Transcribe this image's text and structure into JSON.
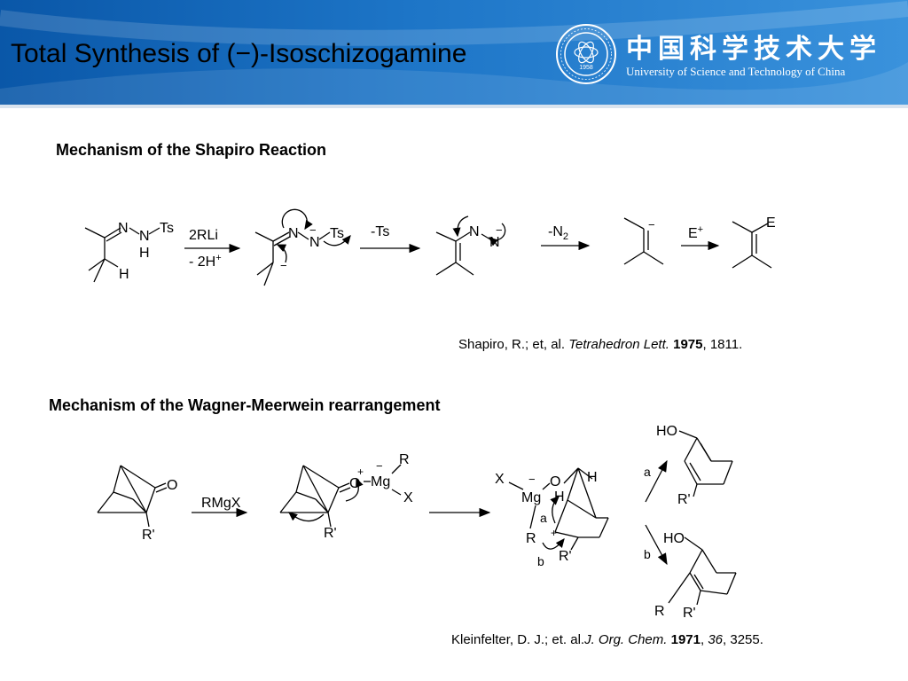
{
  "slide": {
    "title": "Total Synthesis of (−)-Isoschizogamine"
  },
  "logo": {
    "chinese_name": "中国科学技术大学",
    "english_name": "University of Science and Technology of China",
    "seal_year": "1958",
    "seal-icon": "university-seal-icon"
  },
  "shapiro": {
    "heading": "Mechanism of the Shapiro Reaction",
    "atoms": {
      "n1": "N",
      "n2": "N",
      "h_nh": "H",
      "ts1": "Ts",
      "h_ch": "H",
      "n3": "N",
      "n4": "N",
      "ts2": "Ts",
      "minus_n": "−",
      "minus_c": "−",
      "n5": "N",
      "n6": "N",
      "minus_n6": "−",
      "minus_vinyl": "−",
      "e": "E"
    },
    "reagents": {
      "step1_top": "2RLi",
      "step1_bottom": "- 2H",
      "step1_bottom_sup": "+",
      "step2": "-Ts",
      "step3": "-N",
      "step3_sub": "2",
      "step4": "E",
      "step4_sup": "+"
    },
    "reference": {
      "authors": "Shapiro, R.; et, al. ",
      "journal": "Tetrahedron Lett.",
      "year": "1975",
      "pages": ", 1811."
    }
  },
  "wagner": {
    "heading": "Mechanism of the Wagner-Meerwein rearrangement",
    "atoms": {
      "o1": "O",
      "r1": "R'",
      "o2": "O",
      "plus_o": "+",
      "mg1": "Mg",
      "minus_mg": "−",
      "r_mg": "R",
      "x_mg": "X",
      "r2": "R'",
      "x3": "X",
      "minus3": "−",
      "o3": "O",
      "mg3": "Mg",
      "h3a": "H",
      "h3b": "H",
      "a3": "a",
      "r3": "R",
      "plus3": "+",
      "b3": "b",
      "rp3": "R'",
      "ho_a": "HO",
      "rp_a": "R'",
      "label_a": "a",
      "label_b": "b",
      "ho_b": "HO",
      "r_b": "R",
      "rp_b": "R'"
    },
    "reagents": {
      "step1": "RMgX"
    },
    "reference": {
      "authors": "Kleinfelter, D. J.; et. al.",
      "journal": "J. Org. Chem.",
      "year": "1971",
      "sep": ", ",
      "volume": "36",
      "pages": ", 3255."
    }
  }
}
